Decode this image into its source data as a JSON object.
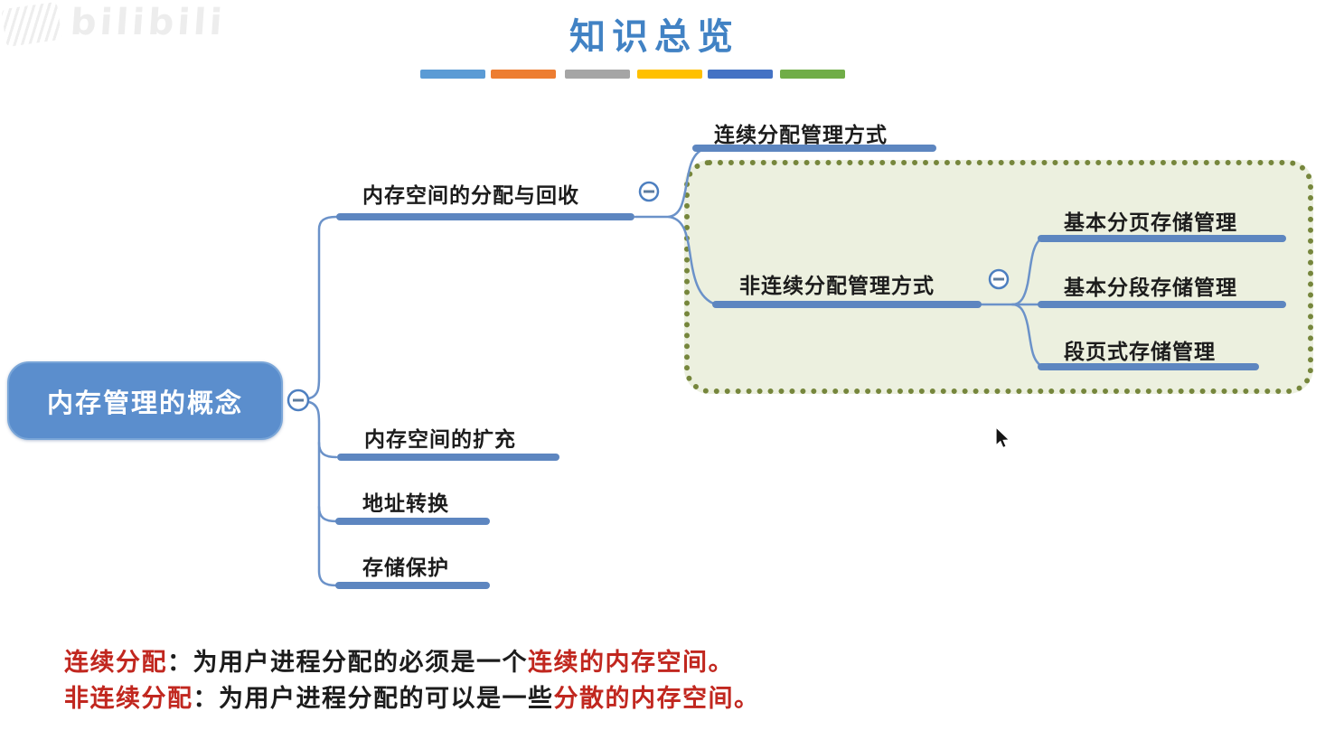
{
  "watermark": {
    "logo_text": "bilibili"
  },
  "header": {
    "title": "知识总览"
  },
  "divider_bars": {
    "colors": [
      "#5b9bd5",
      "#ed7d31",
      "#a5a5a5",
      "#ffc000",
      "#4472c4",
      "#70ad47"
    ]
  },
  "mindmap": {
    "root": {
      "label": "内存管理的概念"
    },
    "children": [
      {
        "label": "内存空间的分配与回收",
        "children": [
          {
            "label": "连续分配管理方式"
          },
          {
            "label": "非连续分配管理方式",
            "children": [
              {
                "label": "基本分页存储管理"
              },
              {
                "label": "基本分段存储管理"
              },
              {
                "label": "段页式存储管理"
              }
            ]
          }
        ]
      },
      {
        "label": "内存空间的扩充"
      },
      {
        "label": "地址转换"
      },
      {
        "label": "存储保护"
      }
    ]
  },
  "notes": {
    "line1": {
      "lead": "连续分配",
      "body": "：为用户进程分配的必须是一个",
      "highlight": "连续的内存空间。"
    },
    "line2": {
      "lead": "非连续分配",
      "body": "：为用户进程分配的可以是一些",
      "highlight": "分散的内存空间。"
    }
  },
  "colors": {
    "branch_line": "#5d86c0",
    "root_fill": "#5b8ecd",
    "title_blue": "#4182c4",
    "highlight_box_fill": "#ecf0df",
    "highlight_box_border": "#76863c",
    "note_red": "#c1271f",
    "text_dark": "#1c1c1c"
  }
}
